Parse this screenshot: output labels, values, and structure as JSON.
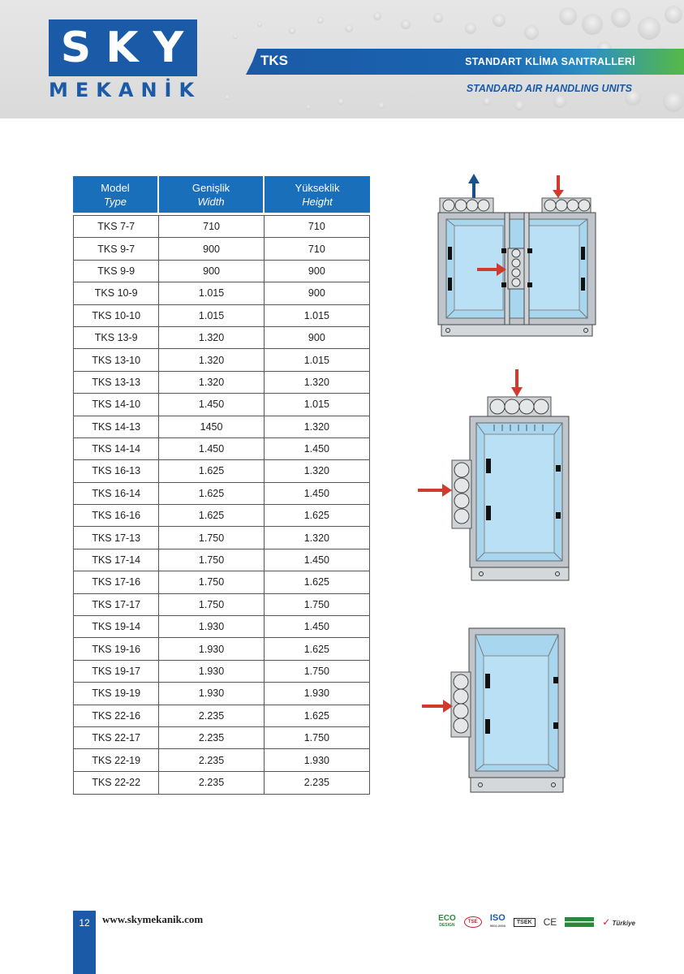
{
  "header": {
    "logo_top": "SKY",
    "logo_bottom": "MEKANİK",
    "section_code": "TKS",
    "title_tr": "STANDART KLİMA SANTRALLERİ",
    "title_en": "STANDARD AIR HANDLING UNITS",
    "brand_color": "#1a5aa6",
    "accent_green": "#55b947"
  },
  "table": {
    "headers": [
      {
        "tr": "Model",
        "en": "Type"
      },
      {
        "tr": "Genişlik",
        "en": "Width"
      },
      {
        "tr": "Yükseklik",
        "en": "Height"
      }
    ],
    "rows": [
      [
        "TKS 7-7",
        "710",
        "710"
      ],
      [
        "TKS 9-7",
        "900",
        "710"
      ],
      [
        "TKS 9-9",
        "900",
        "900"
      ],
      [
        "TKS 10-9",
        "1.015",
        "900"
      ],
      [
        "TKS 10-10",
        "1.015",
        "1.015"
      ],
      [
        "TKS 13-9",
        "1.320",
        "900"
      ],
      [
        "TKS 13-10",
        "1.320",
        "1.015"
      ],
      [
        "TKS 13-13",
        "1.320",
        "1.320"
      ],
      [
        "TKS 14-10",
        "1.450",
        "1.015"
      ],
      [
        "TKS 14-13",
        "1450",
        "1.320"
      ],
      [
        "TKS 14-14",
        "1.450",
        "1.450"
      ],
      [
        "TKS 16-13",
        "1.625",
        "1.320"
      ],
      [
        "TKS 16-14",
        "1.625",
        "1.450"
      ],
      [
        "TKS 16-16",
        "1.625",
        "1.625"
      ],
      [
        "TKS 17-13",
        "1.750",
        "1.320"
      ],
      [
        "TKS 17-14",
        "1.750",
        "1.450"
      ],
      [
        "TKS 17-16",
        "1.750",
        "1.625"
      ],
      [
        "TKS 17-17",
        "1.750",
        "1.750"
      ],
      [
        "TKS 19-14",
        "1.930",
        "1.450"
      ],
      [
        "TKS 19-16",
        "1.930",
        "1.625"
      ],
      [
        "TKS 19-17",
        "1.930",
        "1.750"
      ],
      [
        "TKS 19-19",
        "1.930",
        "1.930"
      ],
      [
        "TKS 22-16",
        "2.235",
        "1.625"
      ],
      [
        "TKS 22-17",
        "2.235",
        "1.750"
      ],
      [
        "TKS 22-19",
        "2.235",
        "1.930"
      ],
      [
        "TKS 22-22",
        "2.235",
        "2.235"
      ]
    ]
  },
  "footer": {
    "page_number": "12",
    "website": "www.skymekanik.com",
    "certs": {
      "eco": "ECO",
      "eco_sub": "DESIGN",
      "tse": "TSE",
      "iso": "ISO",
      "iso_sub": "9001:2008",
      "tsek": "TSEK",
      "ce": "CE",
      "turkiye": "Türkiye"
    }
  }
}
